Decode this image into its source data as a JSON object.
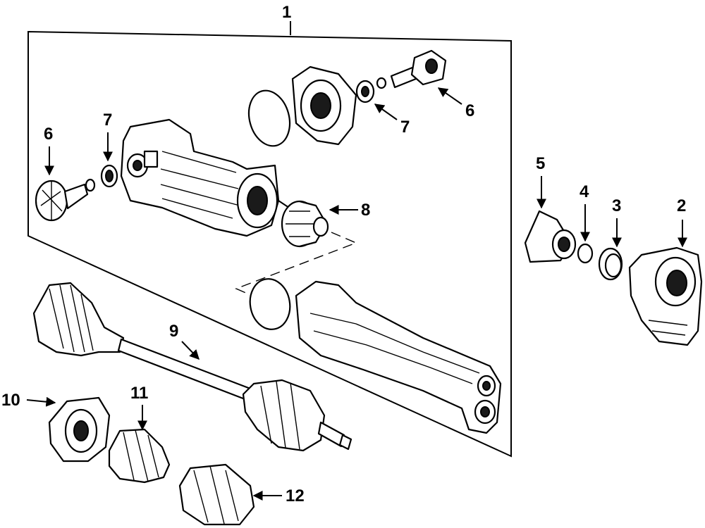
{
  "diagram": {
    "callouts": {
      "c1": "1",
      "c2": "2",
      "c3": "3",
      "c4": "4",
      "c5": "5",
      "c6a": "6",
      "c6b": "6",
      "c7a": "7",
      "c7b": "7",
      "c8": "8",
      "c9": "9",
      "c10": "10",
      "c11": "11",
      "c12": "12"
    }
  }
}
